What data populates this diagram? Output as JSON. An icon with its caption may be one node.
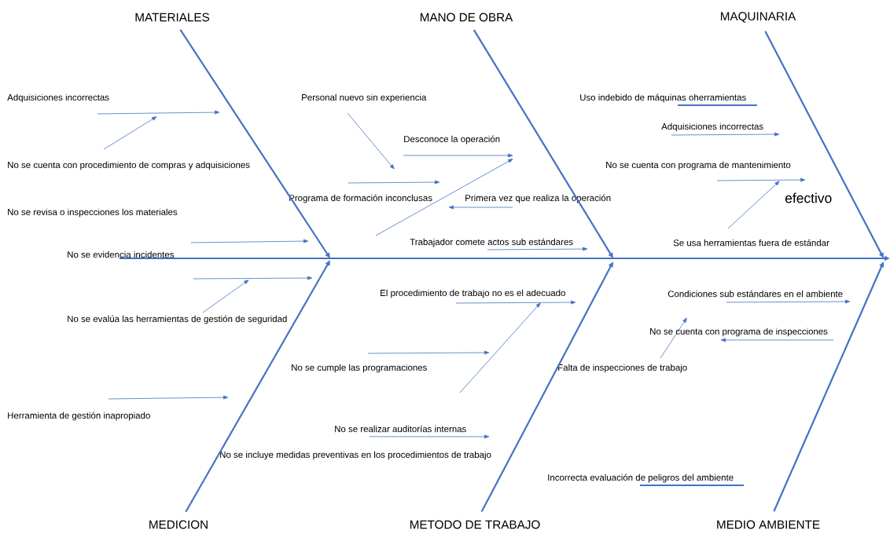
{
  "diagram": {
    "nodes": [
      {
        "text": [
          "MATERIALES"
        ]
      },
      {
        "text": [
          "MANO DE OBRA"
        ]
      },
      {
        "text": [
          "MAQUINARIA"
        ]
      },
      {
        "text": [
          "MEDICION"
        ]
      },
      {
        "text": [
          "METODO DE TRABAJO"
        ]
      },
      {
        "text": [
          "MEDIO AMBIENTE"
        ]
      }
    ],
    "edges": [
      {
        "from": 0,
        "to": null,
        "arrow": "to"
      },
      {
        "from": 1,
        "to": null,
        "arrow": "to"
      },
      {
        "from": 2,
        "to": null,
        "arrow": "to"
      },
      {
        "from": 3,
        "to": null,
        "arrow": "to"
      },
      {
        "from": 4,
        "to": null,
        "arrow": "to"
      },
      {
        "from": 5,
        "to": null,
        "arrow": "to"
      }
    ],
    "labels": [
      "Adquisiciones incorrectas",
      "Personal nuevo sin experiencia",
      "Uso indebido de máquinas oherramientas",
      "Adquisiciones incorrectas",
      "Desconoce la operación",
      "No se cuenta con procedimiento de compras y adquisiciones",
      "No se cuenta con programa de mantenimiento",
      "Programa de formación inconclusas",
      "Primera vez que realiza la operación",
      "efectivo",
      "No se revisa o inspecciones los materiales",
      "Trabajador comete actos sub estándares",
      "Se usa herramientas fuera de estándar",
      "No se evidencia incidentes",
      "El procedimiento de trabajo no es el adecuado",
      "Condiciones sub estándares en el ambiente",
      "No se evalúa las herramientas de gestión de seguridad",
      "No se cuenta con programa de inspecciones",
      "No se cumple las programaciones",
      "Falta de inspecciones de trabajo",
      "Herramienta de gestión inapropiado",
      "No se realizar auditorías internas",
      "No se incluye medidas preventivas en los procedimientos de trabajo",
      "Incorrecta evaluación de peligros del ambiente"
    ]
  }
}
